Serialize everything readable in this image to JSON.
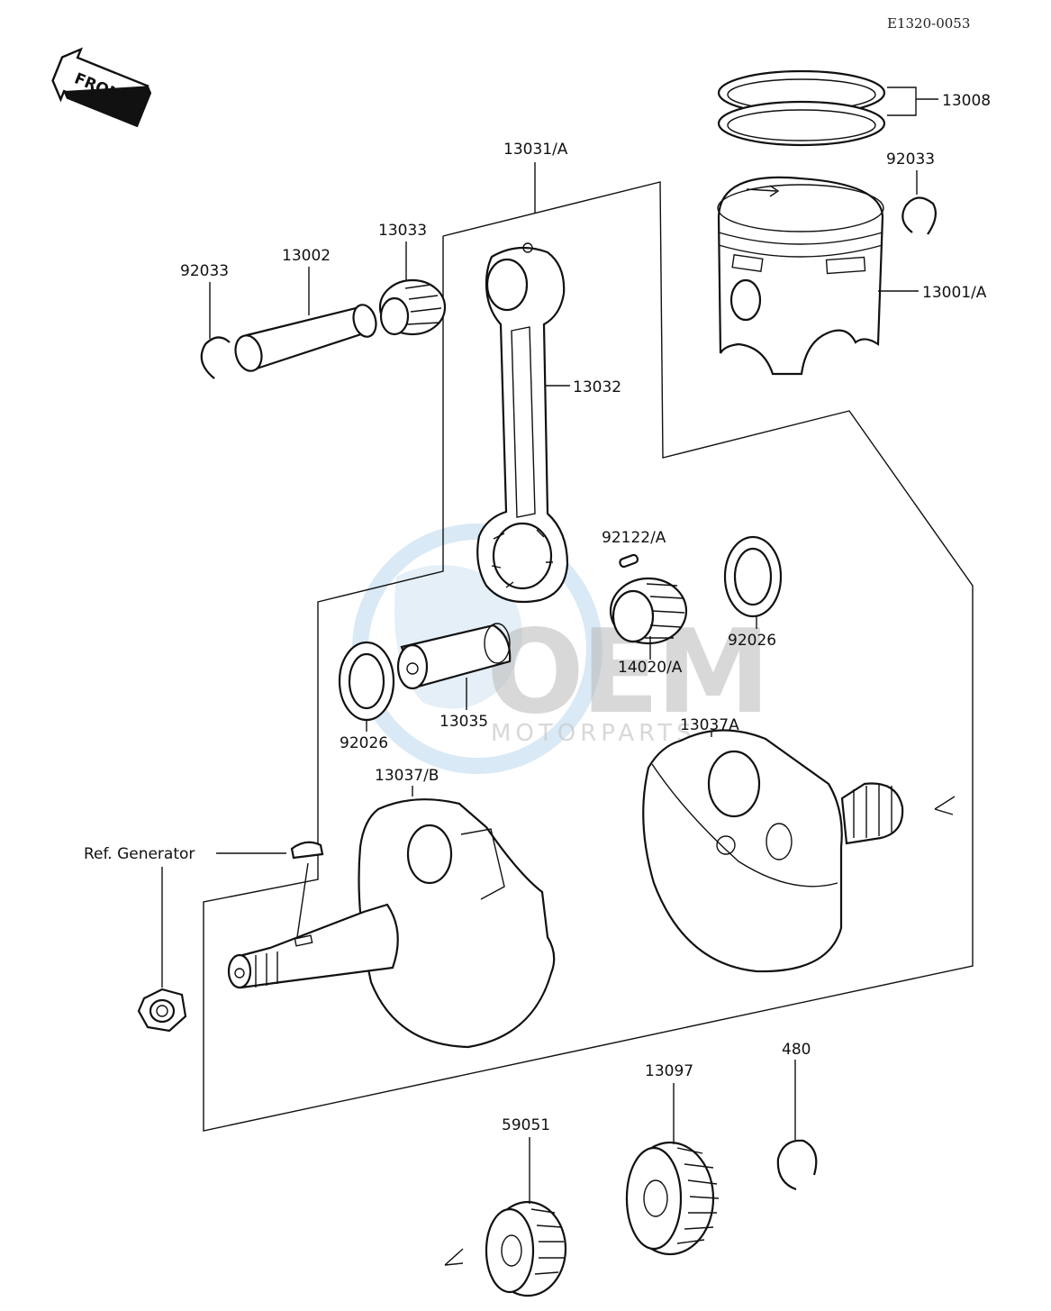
{
  "diagram": {
    "code": "E1320-0053",
    "front_label": "FRONT",
    "watermark": {
      "brand": "OEM",
      "subtitle": "MOTORPARTS"
    },
    "parts": {
      "p13008": "13008",
      "p92033_top": "92033",
      "p13031A": "13031/A",
      "p13033": "13033",
      "p13002": "13002",
      "p92033_left": "92033",
      "p13001A": "13001/A",
      "p13032": "13032",
      "p92122A": "92122/A",
      "p92026_right": "92026",
      "p14020A": "14020/A",
      "p13035": "13035",
      "p92026_left": "92026",
      "p13037A": "13037A",
      "p13037B": "13037/B",
      "ref_generator": "Ref. Generator",
      "p480": "480",
      "p13097": "13097",
      "p59051": "59051"
    }
  }
}
